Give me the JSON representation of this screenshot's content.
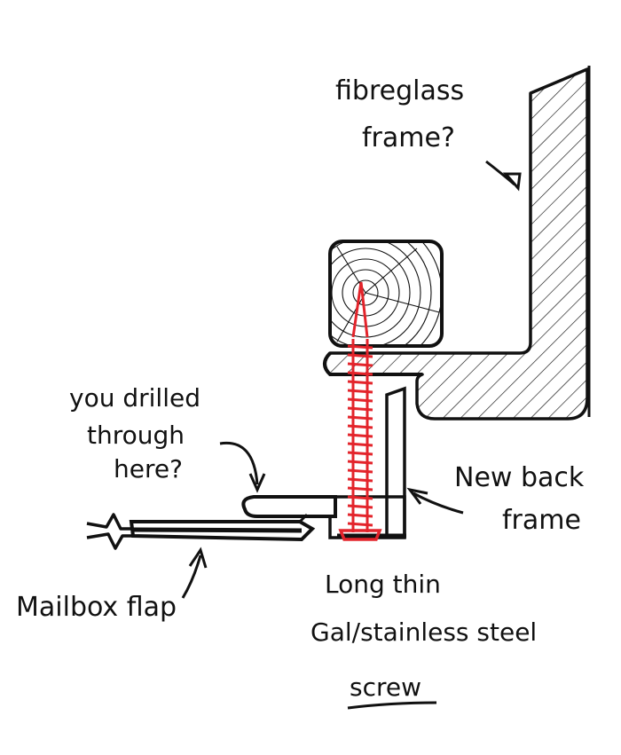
{
  "labels": {
    "frame": [
      "fibreglass",
      "frame?"
    ],
    "drilled": [
      "you drilled",
      "through",
      "here?"
    ],
    "back_frame": [
      "New back",
      "frame"
    ],
    "flap": "Mailbox flap",
    "screw": [
      "Long thin",
      "Gal/stainless steel",
      "screw"
    ]
  },
  "colors": {
    "ink": "#111111",
    "screw": "#e3242b",
    "paper": "#ffffff"
  }
}
